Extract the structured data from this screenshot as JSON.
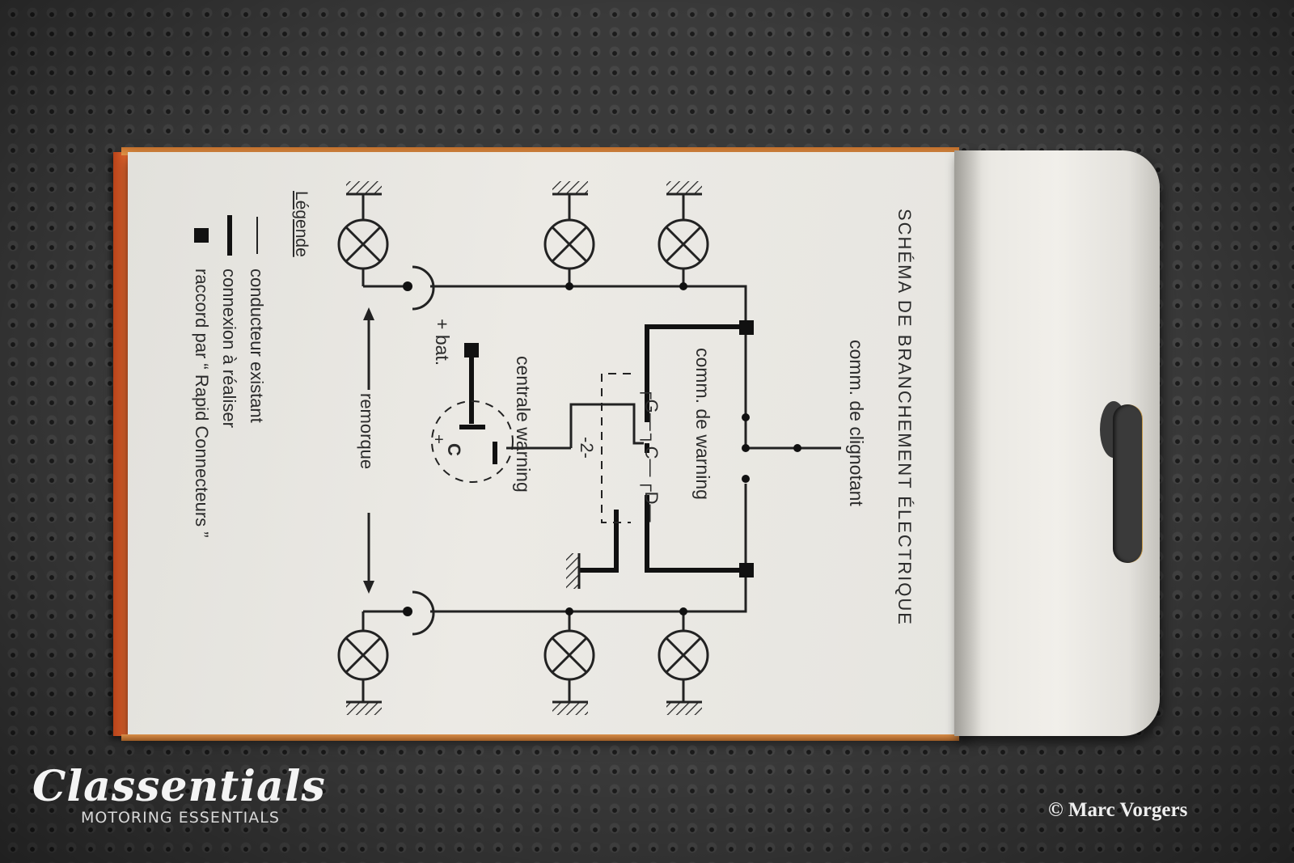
{
  "box": {
    "title": "SCHÉMA DE BRANCHEMENT ÉLECTRIQUE",
    "labels": {
      "clignotant": "comm. de clignotant",
      "warning": "comm. de warning",
      "centrale": "centrale warning",
      "battery": "+ bat.",
      "remorque": "remorque",
      "terminal_g": "┌G—",
      "terminal_c": "┐C—",
      "terminal_d": "┌D—",
      "terminal_2": "-2-",
      "terminal_cc": "C",
      "plus": "+"
    },
    "legend": {
      "heading": "Légende",
      "items": [
        "conducteur existant",
        "connexion à réaliser",
        "raccord par “ Rapid Connecteurs ”"
      ]
    },
    "colors": {
      "box_face": "#e8e7e2",
      "box_side": "#d85e2a",
      "ink": "#222222",
      "background": "#3a3a3a"
    }
  },
  "watermark": {
    "brand": "Classentials",
    "tagline": "MOTORING ESSENTIALS",
    "copyright": "© Marc Vorgers"
  }
}
